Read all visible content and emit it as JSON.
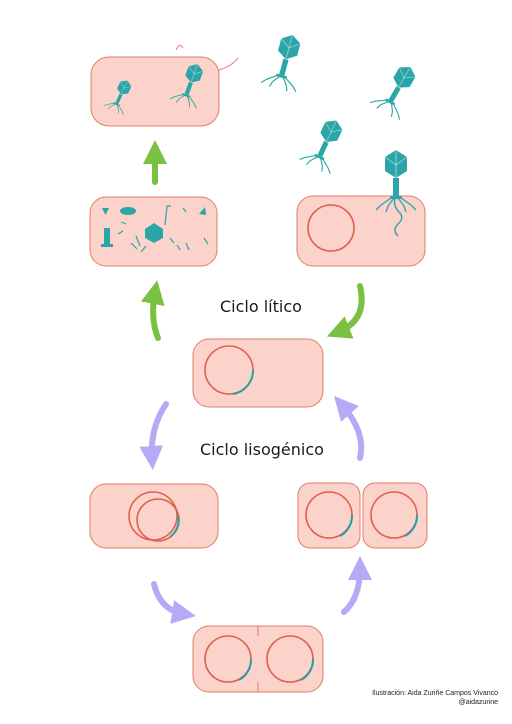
{
  "labels": {
    "lytic_cycle": "Ciclo lítico",
    "lysogenic_cycle": "Ciclo lisogénico"
  },
  "credit": {
    "line1": "Ilustración: Aida Zuriñe Campos Vivanco",
    "line2": "@aidazurine"
  },
  "colors": {
    "cell_fill": "#fbd3cb",
    "cell_stroke": "#e07d66",
    "chromosome": "#e0604e",
    "phage": "#2aa6a8",
    "phage_dna": "#23a3a4",
    "lytic_arrow": "#7ac142",
    "lysogenic_arrow": "#b7a9f5"
  },
  "icons": [
    "bacteriophage-icon",
    "bacterial-cell-icon",
    "circular-chromosome-icon",
    "curved-arrow-icon"
  ]
}
